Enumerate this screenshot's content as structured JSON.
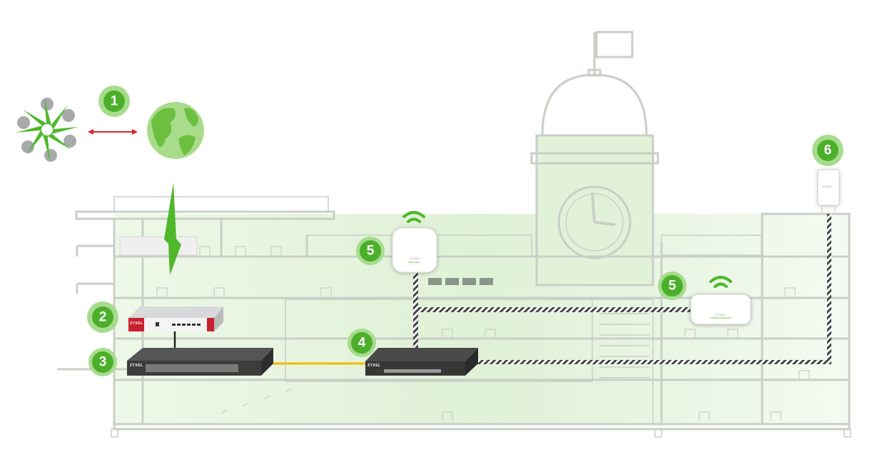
{
  "diagram": {
    "badges": [
      {
        "label": "1",
        "meaning": "cloud-to-internet"
      },
      {
        "label": "2",
        "meaning": "firewall"
      },
      {
        "label": "3",
        "meaning": "core-switch"
      },
      {
        "label": "4",
        "meaning": "access-switch"
      },
      {
        "label": "5",
        "meaning": "indoor-access-point"
      },
      {
        "label": "5",
        "meaning": "indoor-access-point"
      },
      {
        "label": "6",
        "meaning": "outdoor-access-point"
      }
    ],
    "device_brand": "ZYXEL",
    "colors": {
      "badge_green": "#4caf2a",
      "badge_halo": "#a7dc8e",
      "globe_light": "#a8dc8a",
      "globe_land": "#6cbf3f",
      "firewall_red": "#c8202f",
      "switch_dark": "#3c3c3c",
      "fiber_yellow": "#f5b800",
      "arrow_red": "#d9252a",
      "building_line": "#c9cfc7",
      "building_fill": "#e4f3dc"
    }
  }
}
